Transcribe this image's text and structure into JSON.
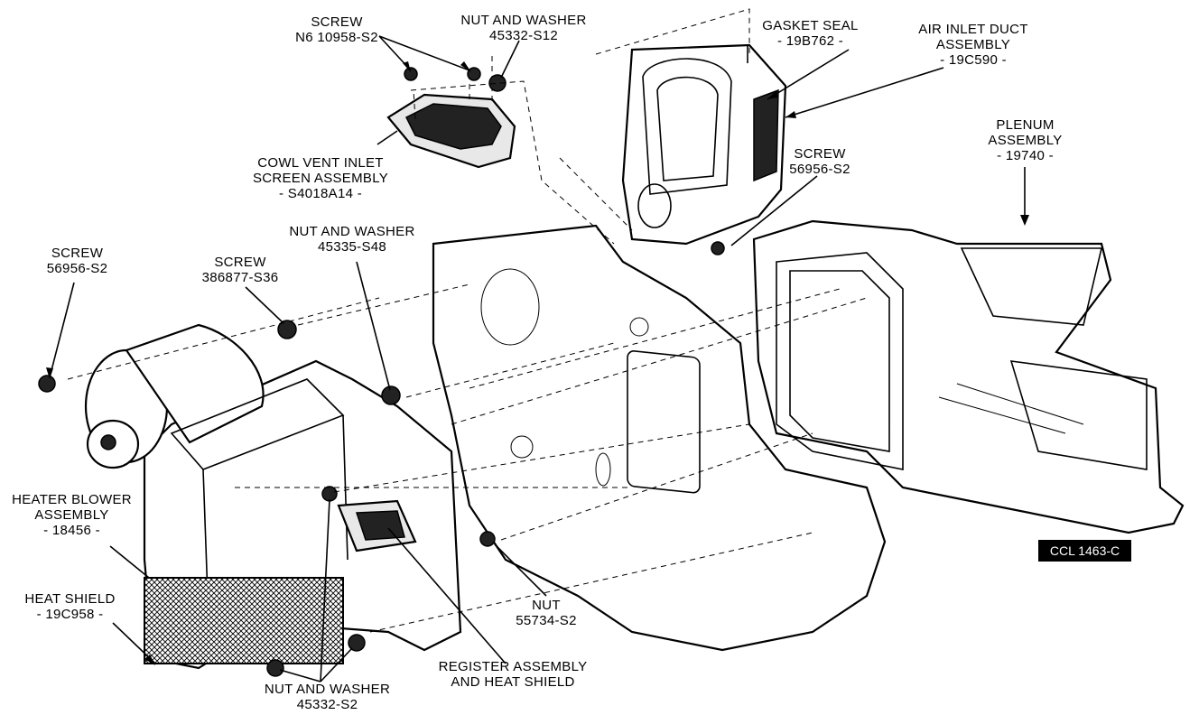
{
  "labels": {
    "screw_top": [
      "SCREW",
      "N6 10958-S2"
    ],
    "nut_washer_top": [
      "NUT AND WASHER",
      "45332-S12"
    ],
    "gasket_seal": [
      "GASKET SEAL",
      "- 19B762 -"
    ],
    "air_inlet_duct": [
      "AIR INLET DUCT",
      "ASSEMBLY",
      "- 19C590 -"
    ],
    "cowl_vent": [
      "COWL VENT INLET",
      "SCREEN ASSEMBLY",
      "- S4018A14 -"
    ],
    "screw_right": [
      "SCREW",
      "56956-S2"
    ],
    "plenum": [
      "PLENUM",
      "ASSEMBLY",
      "- 19740 -"
    ],
    "nut_washer_mid": [
      "NUT AND WASHER",
      "45335-S48"
    ],
    "screw_left": [
      "SCREW",
      "56956-S2"
    ],
    "screw_mid": [
      "SCREW",
      "386877-S36"
    ],
    "heater_blower": [
      "HEATER BLOWER",
      "ASSEMBLY",
      "- 18456 -"
    ],
    "heat_shield": [
      "HEAT SHIELD",
      "- 19C958 -"
    ],
    "nut": [
      "NUT",
      "55734-S2"
    ],
    "register": [
      "REGISTER ASSEMBLY",
      "AND HEAT SHIELD"
    ],
    "nut_washer_bottom": [
      "NUT AND WASHER",
      "45332-S2"
    ]
  },
  "figure_id": "CCL 1463-C"
}
